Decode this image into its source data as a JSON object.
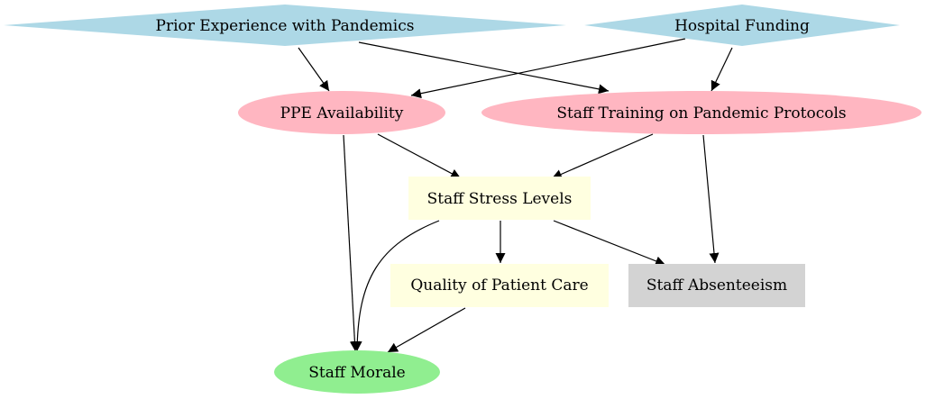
{
  "colors": {
    "diamond": "#add8e6",
    "ellipse_pink": "#ffb6c1",
    "box_yellow": "#ffffe0",
    "box_gray": "#d3d3d3",
    "ellipse_green": "#90ee90",
    "edge": "#000000"
  },
  "nodes": {
    "prior_experience": {
      "label": "Prior Experience with Pandemics"
    },
    "hospital_funding": {
      "label": "Hospital Funding"
    },
    "ppe_availability": {
      "label": "PPE Availability"
    },
    "staff_training": {
      "label": "Staff Training on Pandemic Protocols"
    },
    "staff_stress": {
      "label": "Staff Stress Levels"
    },
    "quality_care": {
      "label": "Quality of Patient Care"
    },
    "staff_absenteeism": {
      "label": "Staff Absenteeism"
    },
    "staff_morale": {
      "label": "Staff Morale"
    }
  },
  "edges": [
    {
      "from": "prior_experience",
      "to": "ppe_availability"
    },
    {
      "from": "prior_experience",
      "to": "staff_training"
    },
    {
      "from": "hospital_funding",
      "to": "ppe_availability"
    },
    {
      "from": "hospital_funding",
      "to": "staff_training"
    },
    {
      "from": "ppe_availability",
      "to": "staff_stress"
    },
    {
      "from": "ppe_availability",
      "to": "staff_morale"
    },
    {
      "from": "staff_training",
      "to": "staff_stress"
    },
    {
      "from": "staff_training",
      "to": "staff_absenteeism"
    },
    {
      "from": "staff_stress",
      "to": "quality_care"
    },
    {
      "from": "staff_stress",
      "to": "staff_absenteeism"
    },
    {
      "from": "staff_stress",
      "to": "staff_morale"
    },
    {
      "from": "quality_care",
      "to": "staff_morale"
    }
  ]
}
